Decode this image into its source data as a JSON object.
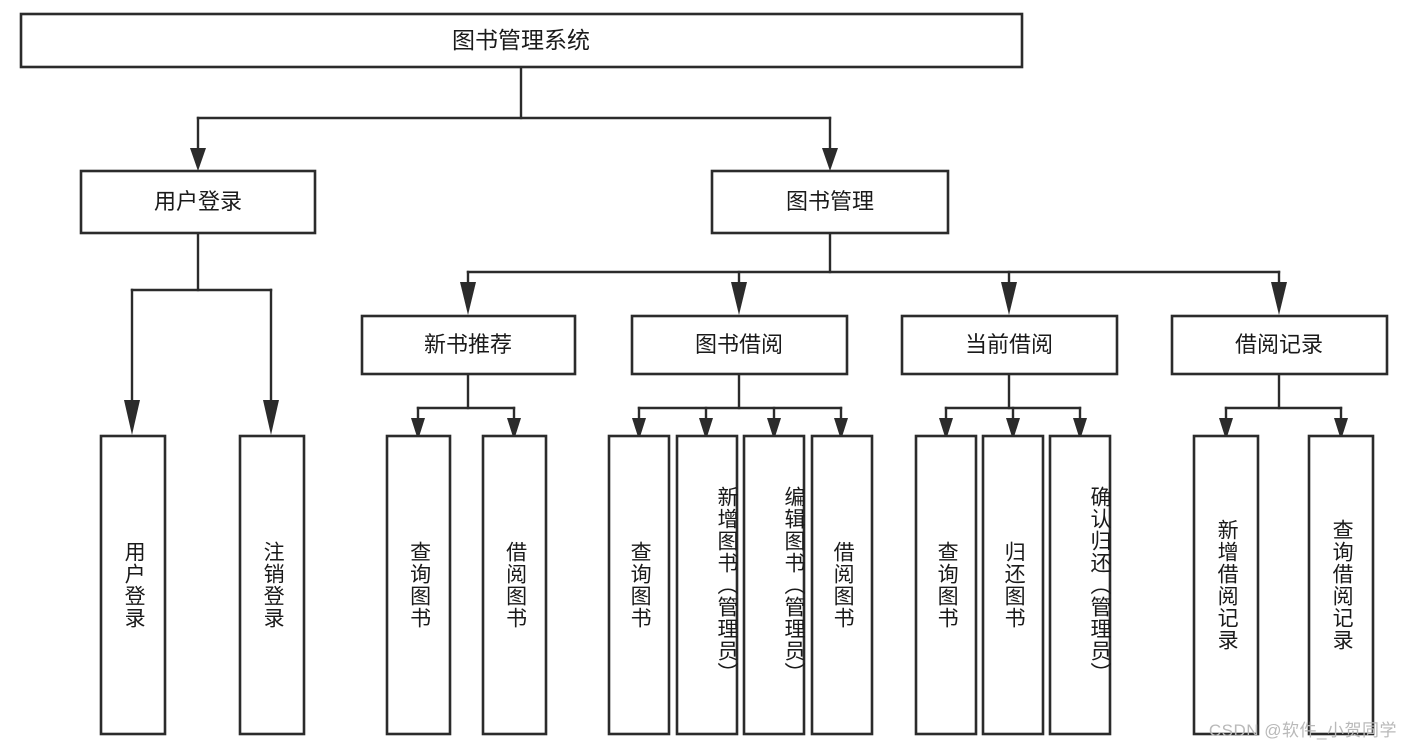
{
  "diagram": {
    "type": "tree",
    "title": "图书管理系统",
    "orientation": "top-down",
    "levels": 4,
    "root": {
      "id": "root",
      "label": "图书管理系统"
    },
    "level2": [
      {
        "id": "user-login",
        "label": "用户登录"
      },
      {
        "id": "book-manage",
        "label": "图书管理"
      }
    ],
    "level3": [
      {
        "id": "new-book-rec",
        "label": "新书推荐",
        "parent": "book-manage"
      },
      {
        "id": "book-borrow",
        "label": "图书借阅",
        "parent": "book-manage"
      },
      {
        "id": "current-borrow",
        "label": "当前借阅",
        "parent": "book-manage"
      },
      {
        "id": "borrow-record",
        "label": "借阅记录",
        "parent": "book-manage"
      }
    ],
    "leaves": [
      {
        "id": "leaf-user-login",
        "label": "用户登录",
        "parent": "user-login"
      },
      {
        "id": "leaf-logout",
        "label": "注销登录",
        "parent": "user-login"
      },
      {
        "id": "leaf-query-book-1",
        "label": "查询图书",
        "parent": "new-book-rec"
      },
      {
        "id": "leaf-borrow-book-1",
        "label": "借阅图书",
        "parent": "new-book-rec"
      },
      {
        "id": "leaf-query-book-2",
        "label": "查询图书",
        "parent": "book-borrow"
      },
      {
        "id": "leaf-add-book",
        "label": "新增图书（管理员）",
        "parent": "book-borrow"
      },
      {
        "id": "leaf-edit-book",
        "label": "编辑图书（管理员）",
        "parent": "book-borrow"
      },
      {
        "id": "leaf-borrow-book-2",
        "label": "借阅图书",
        "parent": "book-borrow"
      },
      {
        "id": "leaf-query-book-3",
        "label": "查询图书",
        "parent": "current-borrow"
      },
      {
        "id": "leaf-return-book",
        "label": "归还图书",
        "parent": "current-borrow"
      },
      {
        "id": "leaf-confirm-return",
        "label": "确认归还（管理员）",
        "parent": "current-borrow"
      },
      {
        "id": "leaf-add-record",
        "label": "新增借阅记录",
        "parent": "borrow-record"
      },
      {
        "id": "leaf-query-record",
        "label": "查询借阅记录",
        "parent": "borrow-record"
      }
    ]
  },
  "watermark": {
    "text": "CSDN @软件_小贺同学"
  },
  "colors": {
    "stroke": "#2b2b2b",
    "box_fill": "#ffffff",
    "text": "#1a1a1a",
    "background": "#ffffff",
    "watermark": "#b9b9b9"
  }
}
